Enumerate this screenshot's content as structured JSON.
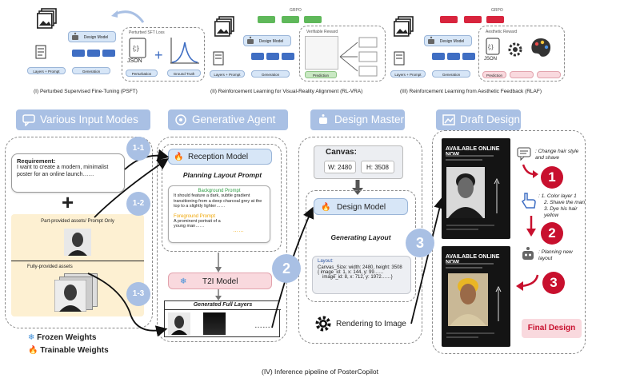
{
  "top_row": {
    "panel1": {
      "caption": "(I) Perturbed Supervised Fine-Tuning (PSFT)",
      "design_model": "Design Model",
      "layer_prompt": "Layers + Prompt",
      "generation": "Generation",
      "perturbed_sft_loss": "Perturbed SFT Loss",
      "json": "JSON",
      "perturbation": "Perturbation",
      "ground_truth": "Ground Truth"
    },
    "panel2": {
      "caption": "(II) Reinforcement Learning for Visual-Reality Alignment (RL-VRA)",
      "grpo": "GRPO",
      "design_model": "Design Model",
      "layer_prompt": "Layers + Prompt",
      "generation": "Generation",
      "verifiable_reward": "Verifiable Reward",
      "prediction": "Prediction"
    },
    "panel3": {
      "caption": "(III) Reinforcement Learning from Aesthetic Feedback (RLAF)",
      "grpo": "GRPO",
      "design_model": "Design Model",
      "layer_prompt": "Layers + Prompt",
      "generation": "Generation",
      "aesthetic_reward": "Aesthetic Reward",
      "json": "JSON",
      "prediction": "Prediction"
    }
  },
  "headers": {
    "input_modes": "Various Input Modes",
    "generative_agent": "Generative Agent",
    "design_master": "Design Master",
    "draft_design": "Draft Design"
  },
  "inputs": {
    "requirement_title": "Requirement:",
    "requirement_text": "I want to create a modern, minimalist poster for an online launch……",
    "plus": "+",
    "part_provided": "Part-provided assets/ Prompt Only",
    "fully_provided": "Fully-provided assets"
  },
  "steps": {
    "s1_1": "1-1",
    "s1_2": "1-2",
    "s1_3": "1-3",
    "s2": "2",
    "s3": "3"
  },
  "agent": {
    "reception_model": "Reception Model",
    "planning_prompt": "Planning Layout Prompt",
    "background_prompt_title": "Background Prompt",
    "background_prompt_text": "It should feature a dark, subtle gradient transitioning from a deep charcoal grey at the top to a slightly lighter……",
    "foreground_prompt_title": "Foreground Prompt",
    "foreground_prompt_text": "A prominent portrait of a young man……",
    "dots": "……",
    "t2i_model": "T2I Model",
    "generated_layers": "Generated Full Layers"
  },
  "master": {
    "canvas_title": "Canvas:",
    "canvas_w": "W: 2480",
    "canvas_h": "H: 3508",
    "design_model": "Design Model",
    "generating_layout": "Generating Layout",
    "layout_title": "Layout:",
    "layout_line1": "Canvas_Size: width: 2480, height: 3508",
    "layout_line2": "{ image_id: 1, x: 144, y: 99……",
    "layout_line3": "image_id: 8, x: 712, y: 1972……}",
    "rendering": "Rendering to Image"
  },
  "draft": {
    "poster_headline": "AVAILABLE ONLINE NOW",
    "feedback1": ": Change hair style and shave",
    "edit_steps": [
      ": 1. Color layer 1",
      "2. Shave the man",
      "3. Dye his hair yellow"
    ],
    "planning": ": Planning new layout",
    "n1": "1",
    "n2": "2",
    "n3": "3",
    "final_design": "Final Design"
  },
  "legend": {
    "frozen": "Frozen Weights",
    "trainable": "Trainable Weights"
  },
  "caption": "(IV) Inference pipeline of PosterCopilot",
  "colors": {
    "header_blue": "#a9c0e4",
    "step_red": "#c8102e",
    "pink": "#f9d9de",
    "blue_light": "#d7e6f7"
  }
}
